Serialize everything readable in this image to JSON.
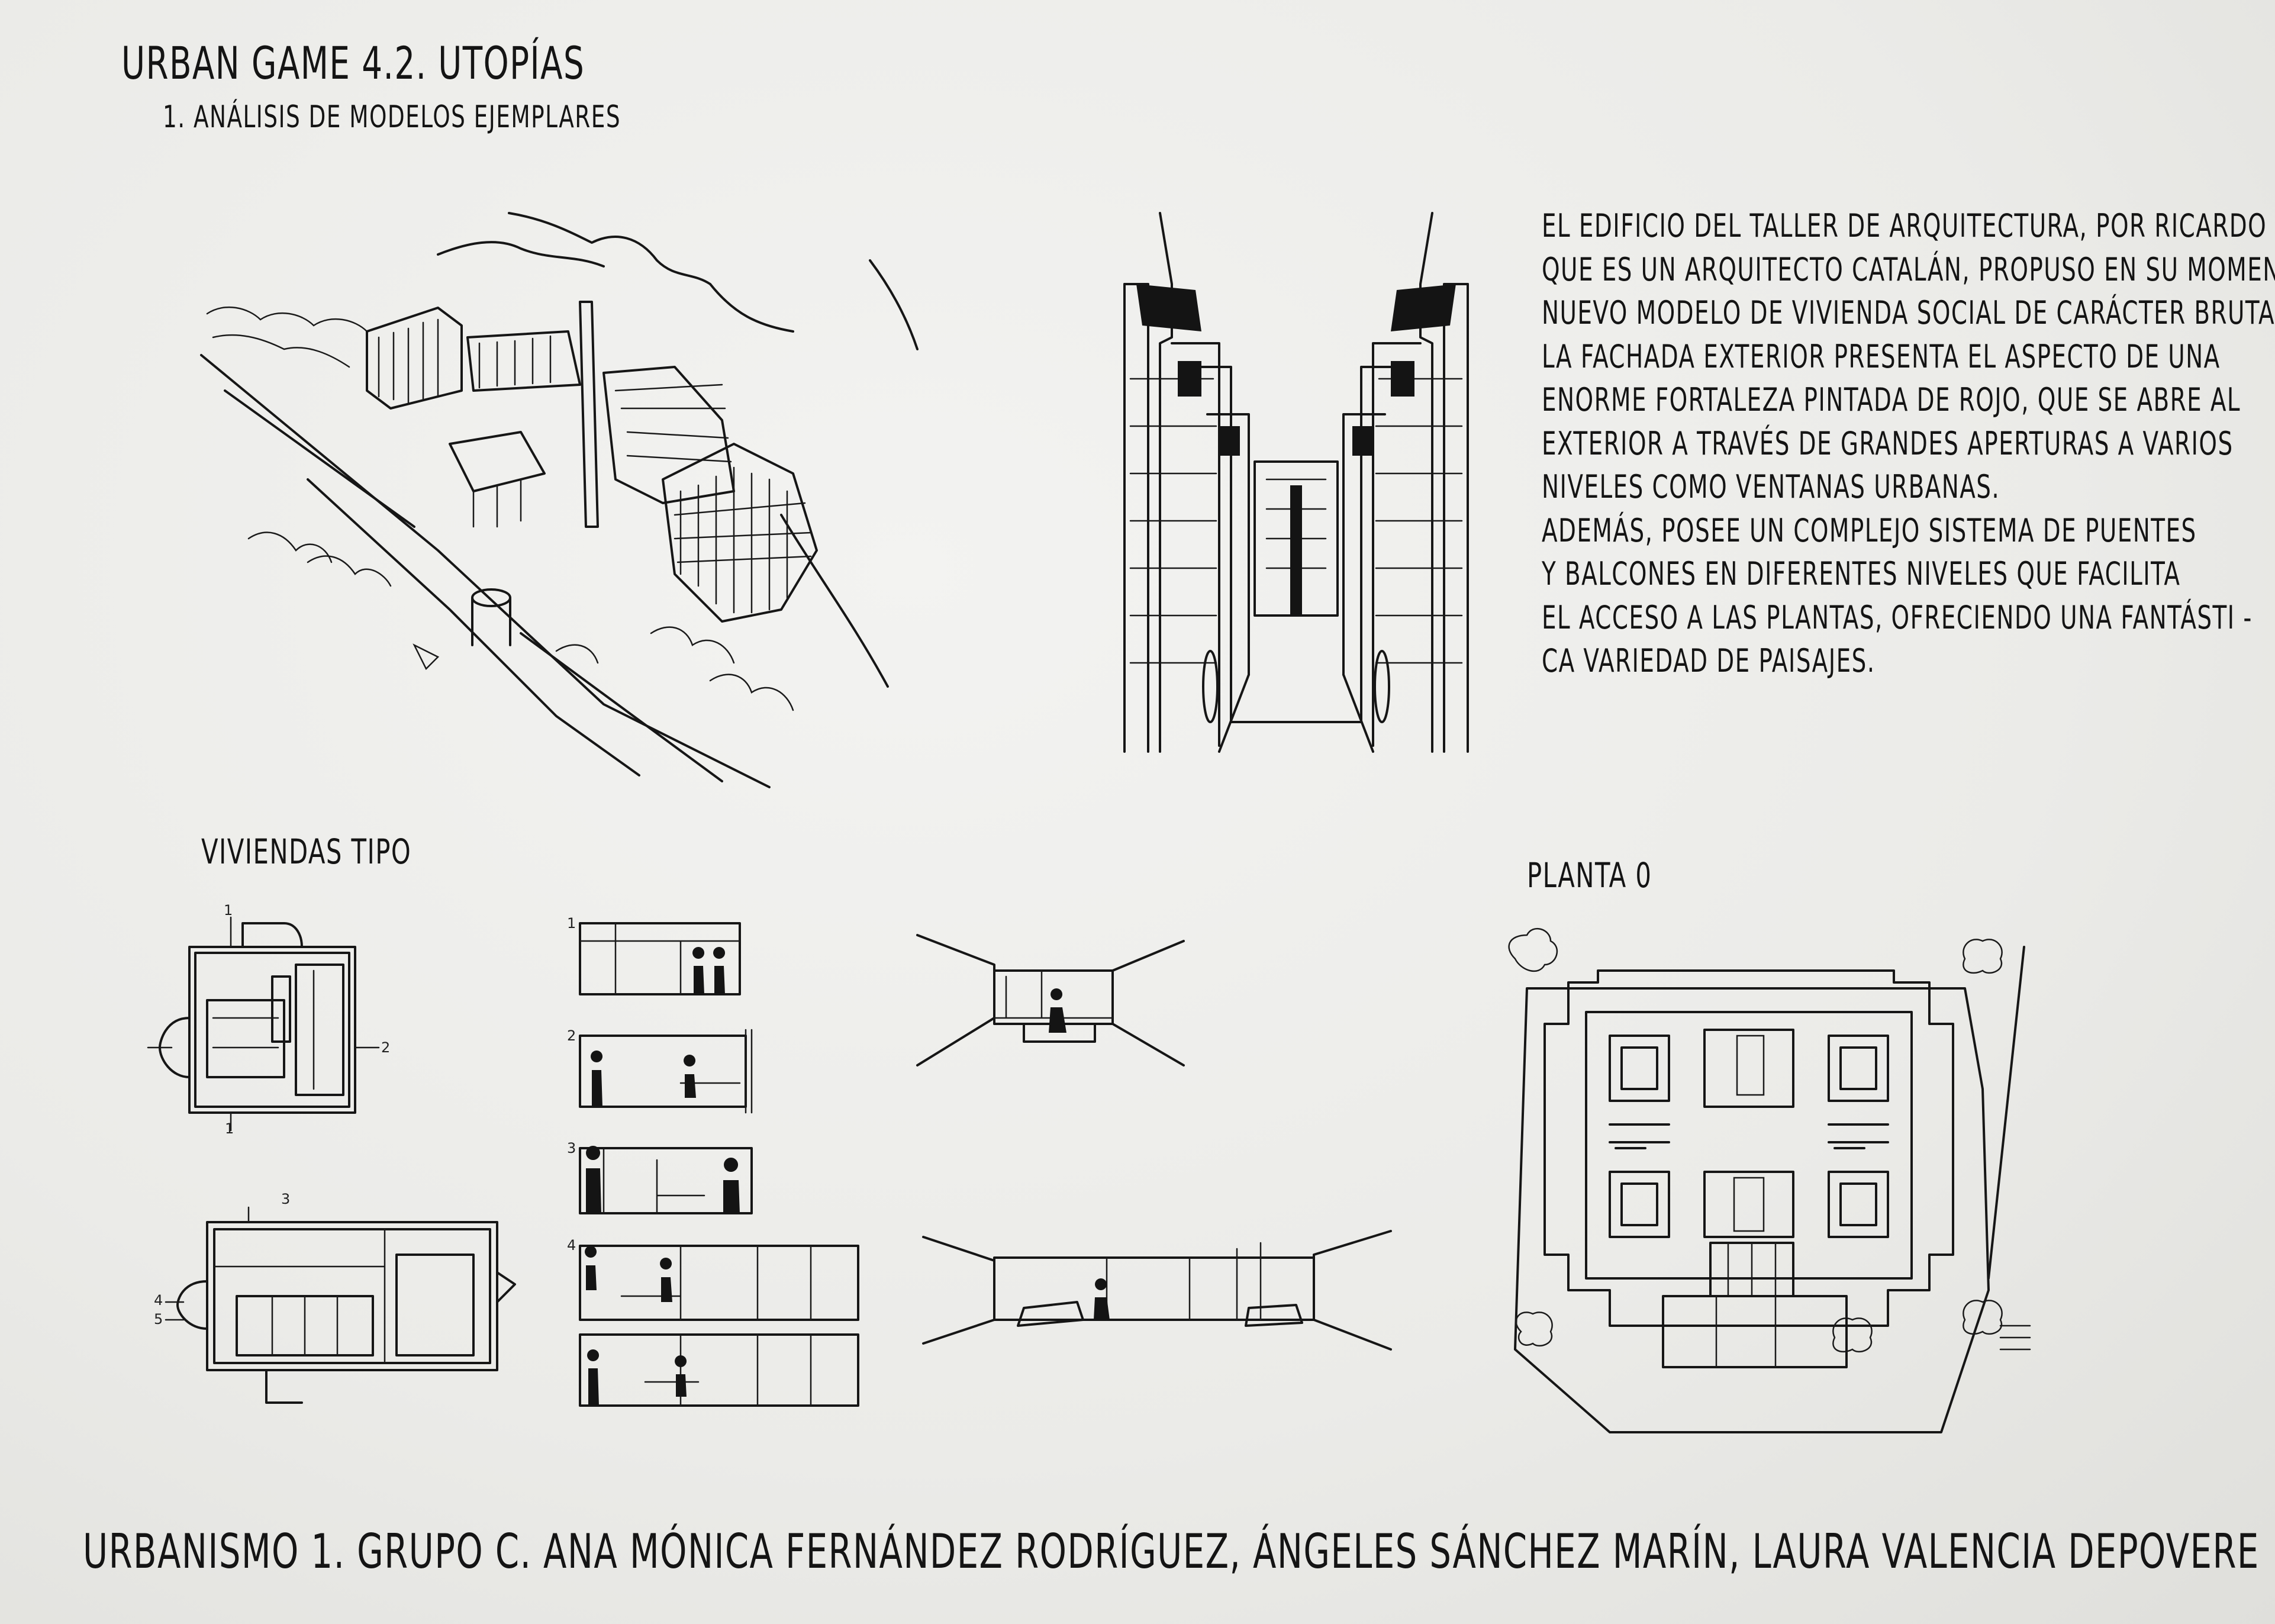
{
  "header": {
    "title": "URBAN GAME 4.2. UTOPÍAS",
    "subtitle": "1. ANÁLISIS DE MODELOS EJEMPLARES"
  },
  "description": {
    "lines": [
      "EL EDIFICIO DEL TALLER DE ARQUITECTURA, POR RICARDO BOFILL",
      "QUE ES UN ARQUITECTO CATALÁN, PROPUSO EN SU MOMENTO UN",
      "NUEVO MODELO DE VIVIENDA SOCIAL DE CARÁCTER BRUTALISTA.",
      "LA FACHADA EXTERIOR PRESENTA EL ASPECTO DE UNA",
      "ENORME FORTALEZA PINTADA DE ROJO, QUE SE ABRE AL",
      "EXTERIOR A TRAVÉS DE GRANDES APERTURAS A VARIOS",
      "NIVELES COMO VENTANAS URBANAS.",
      "ADEMÁS, POSEE UN COMPLEJO SISTEMA DE PUENTES",
      "Y BALCONES EN DIFERENTES NIVELES QUE FACILITA",
      "EL ACCESO A LAS PLANTAS, OFRECIENDO UNA FANTÁSTI -",
      "CA VARIEDAD DE PAISAJES."
    ]
  },
  "sections": {
    "viviendas": "VIVIENDAS TIPO",
    "planta": "PLANTA 0"
  },
  "plan_labels": {
    "a1": "1",
    "a2": "2",
    "a3": "1",
    "b1": "3",
    "b2": "4",
    "b3": "5"
  },
  "section_labels": [
    "1",
    "2",
    "3",
    "4"
  ],
  "footer": "URBANISMO 1. GRUPO C. ANA MÓNICA FERNÁNDEZ RODRÍGUEZ, ÁNGELES SÁNCHEZ MARÍN, LAURA VALENCIA DEPOVERE",
  "colors": {
    "paper": "#ececea",
    "ink": "#141414"
  }
}
